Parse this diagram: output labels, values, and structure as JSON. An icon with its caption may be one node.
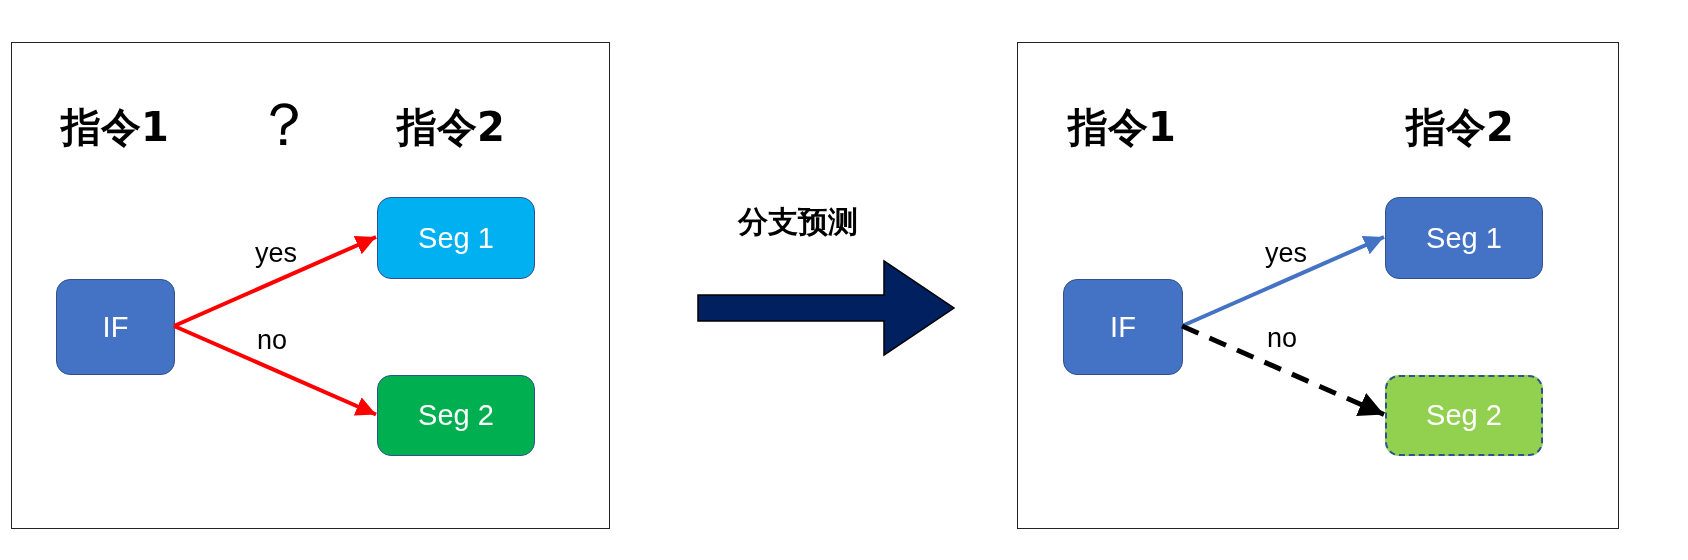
{
  "diagram": {
    "nodes": [
      {
        "text": [],
        "shape": "box"
      },
      {
        "text": [
          "IF"
        ],
        "in": 0
      },
      {
        "text": [
          "Seg 1"
        ],
        "in": 0
      },
      {
        "text": [
          "Seg 2"
        ],
        "in": 0
      },
      {
        "text": [],
        "shape": "box"
      },
      {
        "text": [
          "IF"
        ],
        "in": 4
      },
      {
        "text": [
          "Seg 1"
        ],
        "in": 4
      },
      {
        "text": [
          "Seg 2"
        ],
        "in": 4
      }
    ],
    "edges": [
      {
        "from": 1,
        "to": 2,
        "arrow": "to",
        "label": "yes",
        "color": "#ff0000"
      },
      {
        "from": 1,
        "to": 3,
        "arrow": "to",
        "label": "no",
        "color": "#ff0000"
      },
      {
        "from": 0,
        "to": 4,
        "arrow": "to",
        "label": "分支预测",
        "style": "thick",
        "color": "#002060"
      },
      {
        "from": 5,
        "to": 6,
        "arrow": "to",
        "label": "yes",
        "color": "#4472c4"
      },
      {
        "from": 5,
        "to": 7,
        "arrow": "to",
        "label": "no",
        "style": "dashed",
        "color": "#000000"
      }
    ],
    "labels": [
      "指令1",
      "？",
      "指令2",
      "指令1",
      "指令2"
    ]
  }
}
